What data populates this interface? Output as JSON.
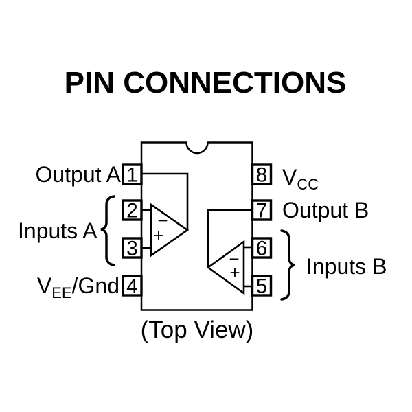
{
  "title": "PIN CONNECTIONS",
  "caption": "(Top View)",
  "colors": {
    "ink": "#000000",
    "paper": "#ffffff"
  },
  "labels": {
    "output_a": "Output A",
    "inputs_a": "Inputs A",
    "vee_gnd": {
      "main": "V",
      "sub": "EE",
      "rest": "/Gnd"
    },
    "vcc": {
      "main": "V",
      "sub": "CC"
    },
    "output_b": "Output B",
    "inputs_b": "Inputs B"
  },
  "pins": {
    "left": [
      "1",
      "2",
      "3",
      "4"
    ],
    "right": [
      "8",
      "7",
      "6",
      "5"
    ]
  },
  "opamps": {
    "a": {
      "minus": "−",
      "plus": "+"
    },
    "b": {
      "minus": "−",
      "plus": "+"
    }
  }
}
